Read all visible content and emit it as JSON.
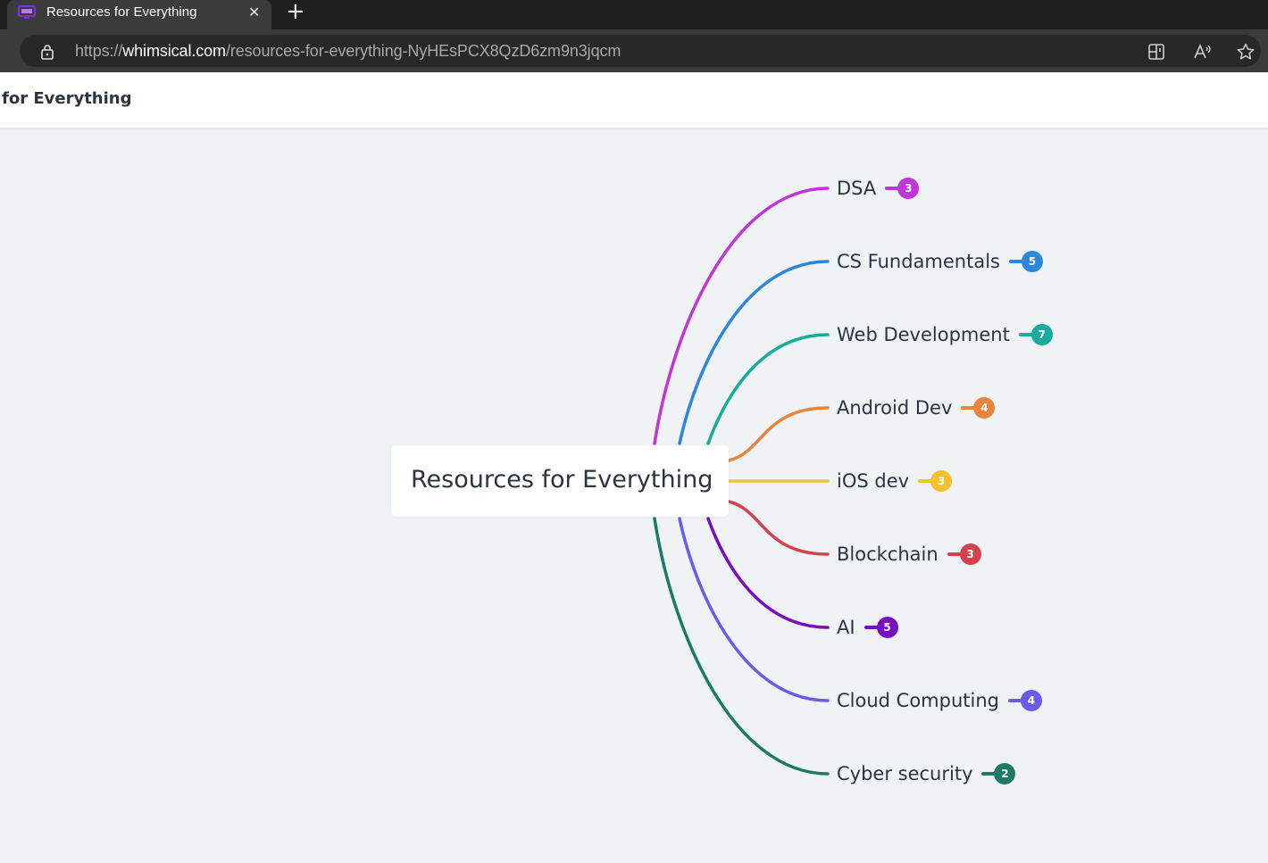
{
  "browser": {
    "tab_title": "Resources for Everything",
    "tab_close_glyph": "✕",
    "new_tab_glyph": "+",
    "url_scheme": "https://",
    "url_host": "whimsical.com",
    "url_path": "/resources-for-everything-NyHEsPCX8QzD6zm9n3jqcm",
    "icons": [
      "lock-icon",
      "split-screen-icon",
      "read-aloud-icon",
      "favorite-star-icon"
    ]
  },
  "app": {
    "header_title": "for Everything"
  },
  "mindmap": {
    "root": "Resources for Everything",
    "branches": [
      {
        "label": "DSA",
        "count": "3",
        "color": "#c235d6"
      },
      {
        "label": "CS Fundamentals",
        "count": "5",
        "color": "#2d86d9"
      },
      {
        "label": "Web Development",
        "count": "7",
        "color": "#19ab9c"
      },
      {
        "label": "Android Dev",
        "count": "4",
        "color": "#e8853a"
      },
      {
        "label": "iOS dev",
        "count": "3",
        "color": "#f4c12d"
      },
      {
        "label": "Blockchain",
        "count": "3",
        "color": "#d4414f"
      },
      {
        "label": "AI",
        "count": "5",
        "color": "#7a0dbf"
      },
      {
        "label": "Cloud Computing",
        "count": "4",
        "color": "#6a5ce8"
      },
      {
        "label": "Cyber security",
        "count": "2",
        "color": "#1d7a66"
      }
    ]
  },
  "colors": {
    "canvas": "#eff3f6",
    "text": "#2b3440",
    "favicon": "#8a2be2"
  }
}
